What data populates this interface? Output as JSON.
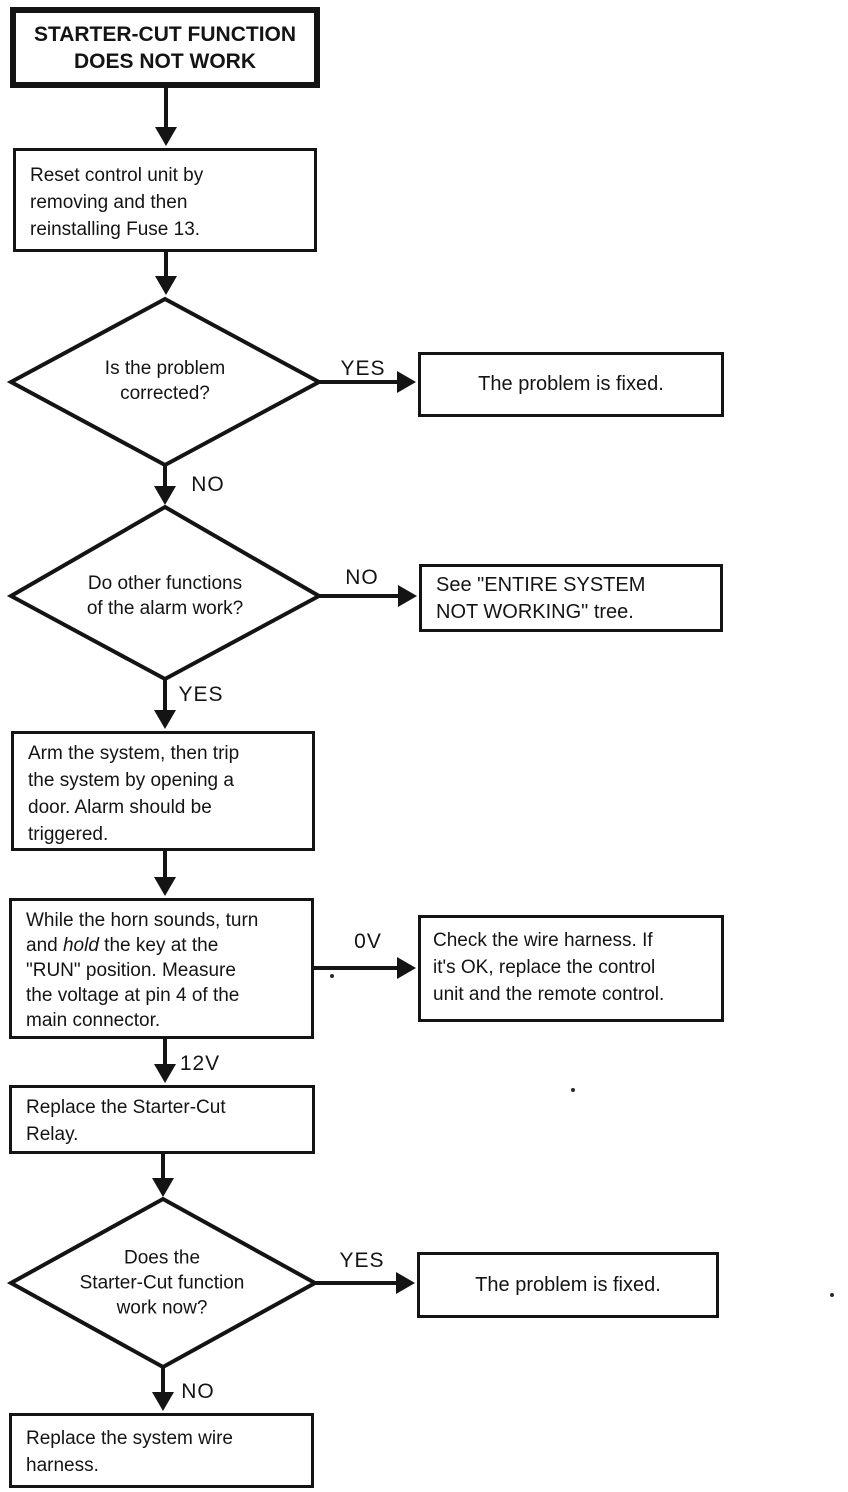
{
  "flowchart": {
    "start": {
      "line1": "STARTER-CUT FUNCTION",
      "line2": "DOES NOT WORK"
    },
    "reset": {
      "line1": "Reset control unit by",
      "line2": "removing and then",
      "line3": "reinstalling Fuse 13."
    },
    "q_corrected": {
      "line1": "Is the problem",
      "line2": "corrected?"
    },
    "fixed1": {
      "text": "The problem is fixed."
    },
    "q_other_functions": {
      "line1": "Do other functions",
      "line2": "of the alarm work?"
    },
    "see_entire": {
      "line1": "See \"ENTIRE SYSTEM",
      "line2": "NOT WORKING\" tree."
    },
    "arm": {
      "line1": "Arm the system, then trip",
      "line2": "the system by opening a",
      "line3": "door. Alarm should be",
      "line4": "triggered."
    },
    "horn": {
      "line1": "While the horn sounds, turn",
      "line2_pre": "and ",
      "line2_italic": "hold",
      "line2_post": " the key at the",
      "line3": "\"RUN\" position. Measure",
      "line4": "the voltage at pin 4 of the",
      "line5": "main connector."
    },
    "check_harness": {
      "line1": "Check the wire harness. If",
      "line2": "it's OK, replace the control",
      "line3": "unit and the remote control."
    },
    "relay": {
      "line1": "Replace the Starter-Cut",
      "line2": "Relay."
    },
    "q_work_now": {
      "line1": "Does the",
      "line2": "Starter-Cut function",
      "line3": "work now?"
    },
    "fixed2": {
      "text": "The problem is fixed."
    },
    "harness": {
      "line1": "Replace the system wire",
      "line2": "harness."
    },
    "labels": {
      "yes1": "YES",
      "no1": "NO",
      "no2": "NO",
      "yes2": "YES",
      "v0": "0V",
      "v12": "12V",
      "yes3": "YES",
      "no3": "NO"
    },
    "colors": {
      "ink": "#141414",
      "background": "#ffffff"
    }
  }
}
